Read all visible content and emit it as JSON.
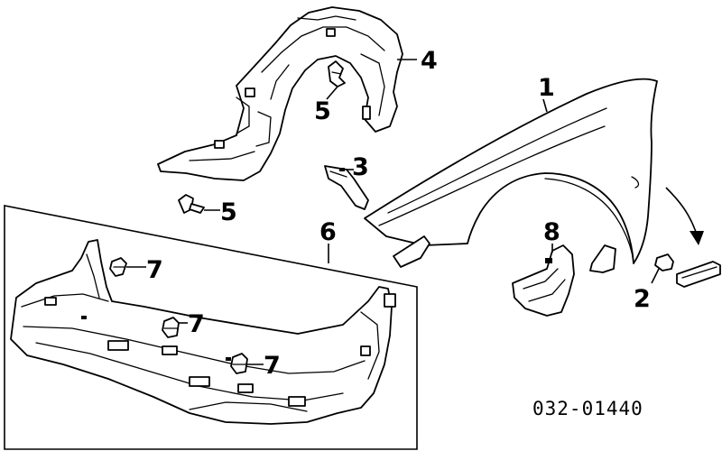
{
  "diagram": {
    "callouts": [
      {
        "id": "1",
        "label": "1"
      },
      {
        "id": "2",
        "label": "2"
      },
      {
        "id": "3",
        "label": "3"
      },
      {
        "id": "4",
        "label": "4"
      },
      {
        "id": "5a",
        "label": "5"
      },
      {
        "id": "5b",
        "label": "5"
      },
      {
        "id": "6",
        "label": "6"
      },
      {
        "id": "7a",
        "label": "7"
      },
      {
        "id": "7b",
        "label": "7"
      },
      {
        "id": "7c",
        "label": "7"
      },
      {
        "id": "8",
        "label": "8"
      }
    ],
    "diagram_code": "032-01440"
  }
}
